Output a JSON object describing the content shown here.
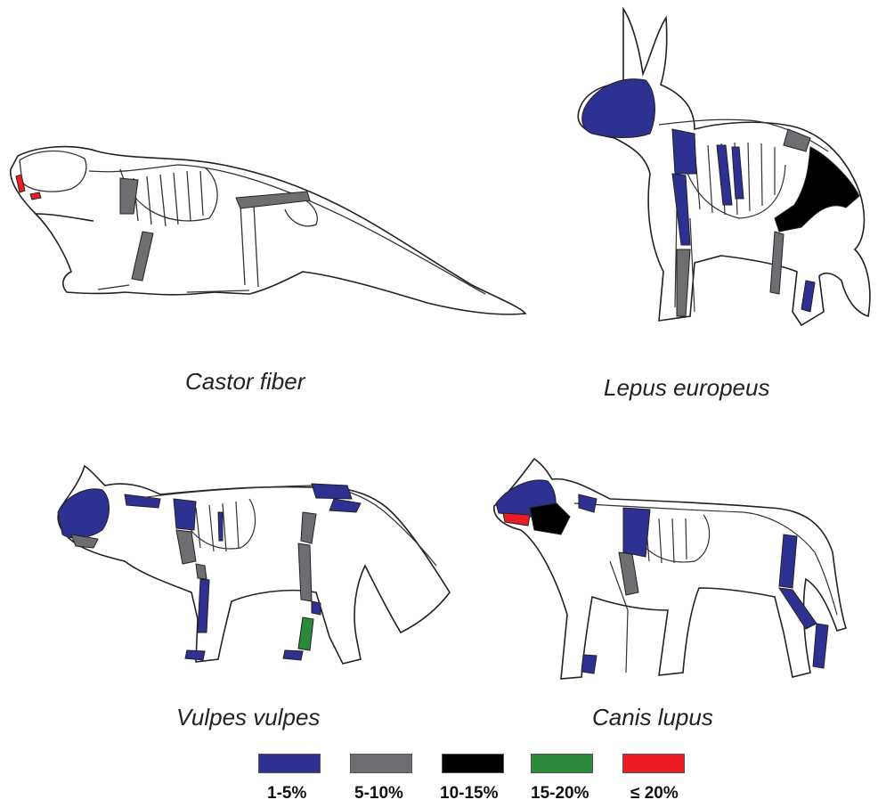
{
  "species": {
    "castor": "Castor fiber",
    "lepus": "Lepus europeus",
    "vulpes": "Vulpes vulpes",
    "canis": "Canis lupus"
  },
  "legend": [
    {
      "label": "1-5%",
      "color": "#2e3192"
    },
    {
      "label": "5-10%",
      "color": "#6d6e71"
    },
    {
      "label": "10-15%",
      "color": "#000000"
    },
    {
      "label": "15-20%",
      "color": "#2a8a3a"
    },
    {
      "label": "≤ 20%",
      "color": "#ed1c24"
    }
  ],
  "colors": {
    "outline": "#222222",
    "bone_outline": "#333333",
    "blue": "#2e3192",
    "grey": "#6d6e71",
    "black": "#000000",
    "green": "#2a8a3a",
    "red": "#ed1c24"
  }
}
